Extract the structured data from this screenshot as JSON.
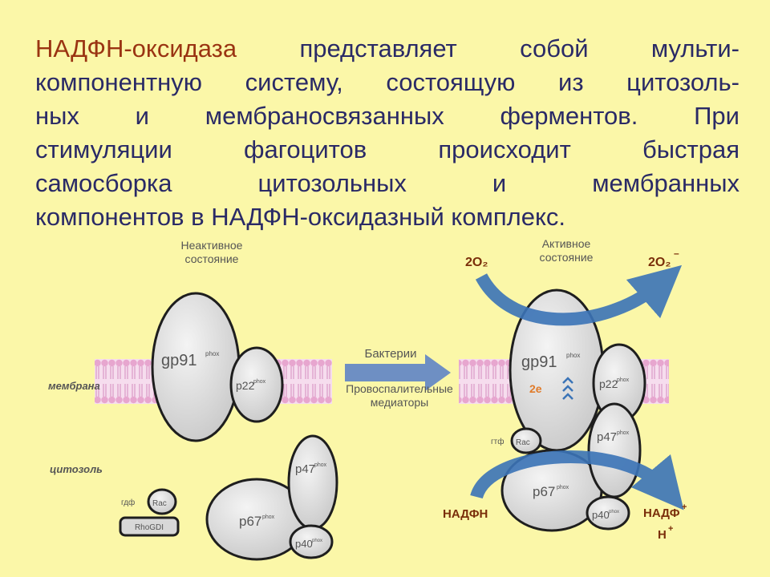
{
  "colors": {
    "background": "#fbf7a8",
    "text": "#2a2a66",
    "highlight": "#9a3412",
    "membrane": "#e7a6cf",
    "protein_fill": "#dcdcdc",
    "arrow_blue": "#3b74b7",
    "label_brown": "#7a2e0a"
  },
  "paragraph": {
    "line1_highlight": "НАДФН-оксидаза",
    "line1_rest": " представляет собой мульти-",
    "line2": "компонентную систему, состоящую из цитозоль-",
    "line3": "ных и мембраносвязанных ферментов. При",
    "line4": "стимуляции фагоцитов происходит быстрая",
    "line5": "самосборка цитозольных и мембранных",
    "line6": "компонентов в НАДФН-оксидазный комплекс."
  },
  "diagram": {
    "inactive_title_1": "Неактивное",
    "inactive_title_2": "состояние",
    "active_title_1": "Активное",
    "active_title_2": "состояние",
    "membrane_label": "мембрана",
    "cytosol_label": "цитозоль",
    "arrow_label_top": "Бактерии",
    "arrow_label_bottom_1": "Провоспалительные",
    "arrow_label_bottom_2": "медиаторы",
    "gp91": "gp91",
    "p22": "p22",
    "p47": "p47",
    "p67": "p67",
    "p40": "p40",
    "phox": "phox",
    "rac": "Rac",
    "gdp": "гдф",
    "gtp": "гтф",
    "rhogdi": "RhoGDI",
    "two_e": "2e",
    "o2_left": "2O₂",
    "o2_right": "2O₂",
    "o2_right_sup": "–",
    "nadph": "НАДФН",
    "nadp": "НАДФ",
    "nadp_sup": "+",
    "h": "Н",
    "h_sup": "+"
  }
}
